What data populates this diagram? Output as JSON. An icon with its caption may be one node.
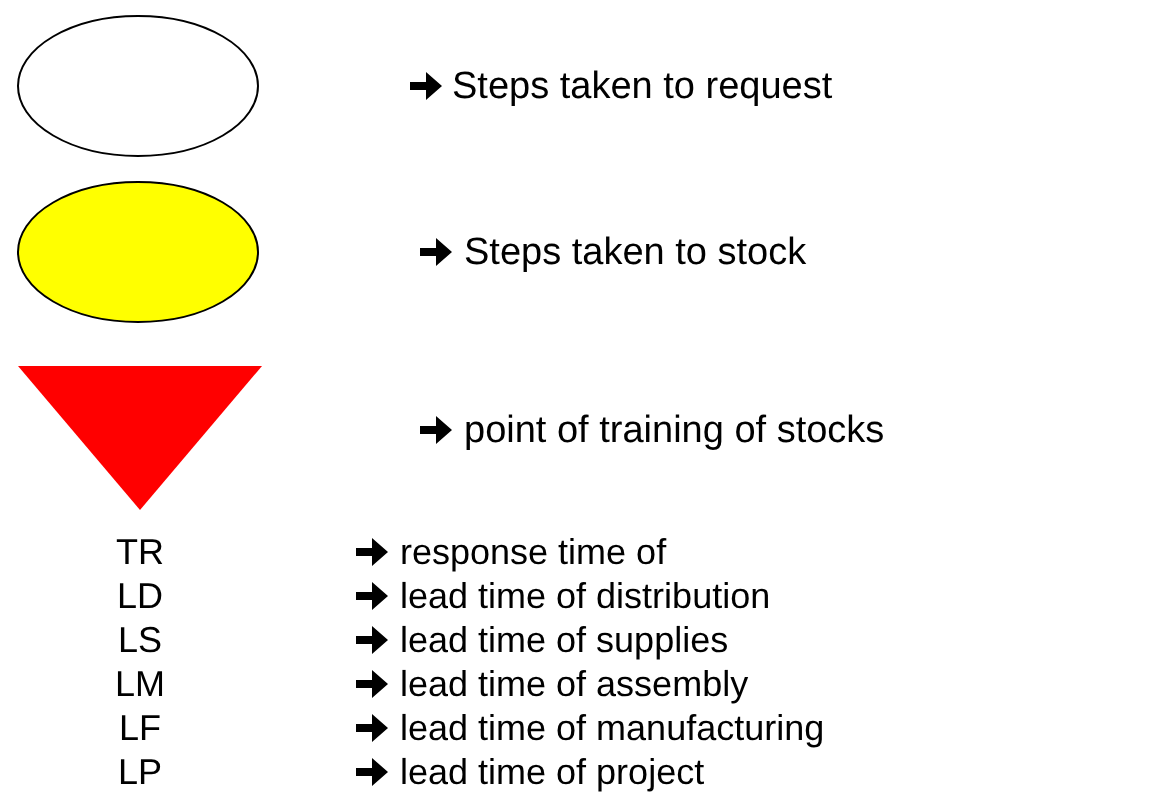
{
  "diagram": {
    "legend": [
      {
        "text": "Steps taken to request"
      },
      {
        "text": "Steps taken to stock",
        "color": "#ffff00"
      },
      {
        "text": "point of training of stocks",
        "color": "#ff0000"
      }
    ],
    "labels": [
      "TR",
      "response time of",
      "LD",
      "lead time of distribution",
      "LS",
      "lead time of supplies",
      "LM",
      "lead time of assembly",
      "LF",
      "lead time of manufacturing",
      "LP",
      "lead time of project"
    ]
  }
}
